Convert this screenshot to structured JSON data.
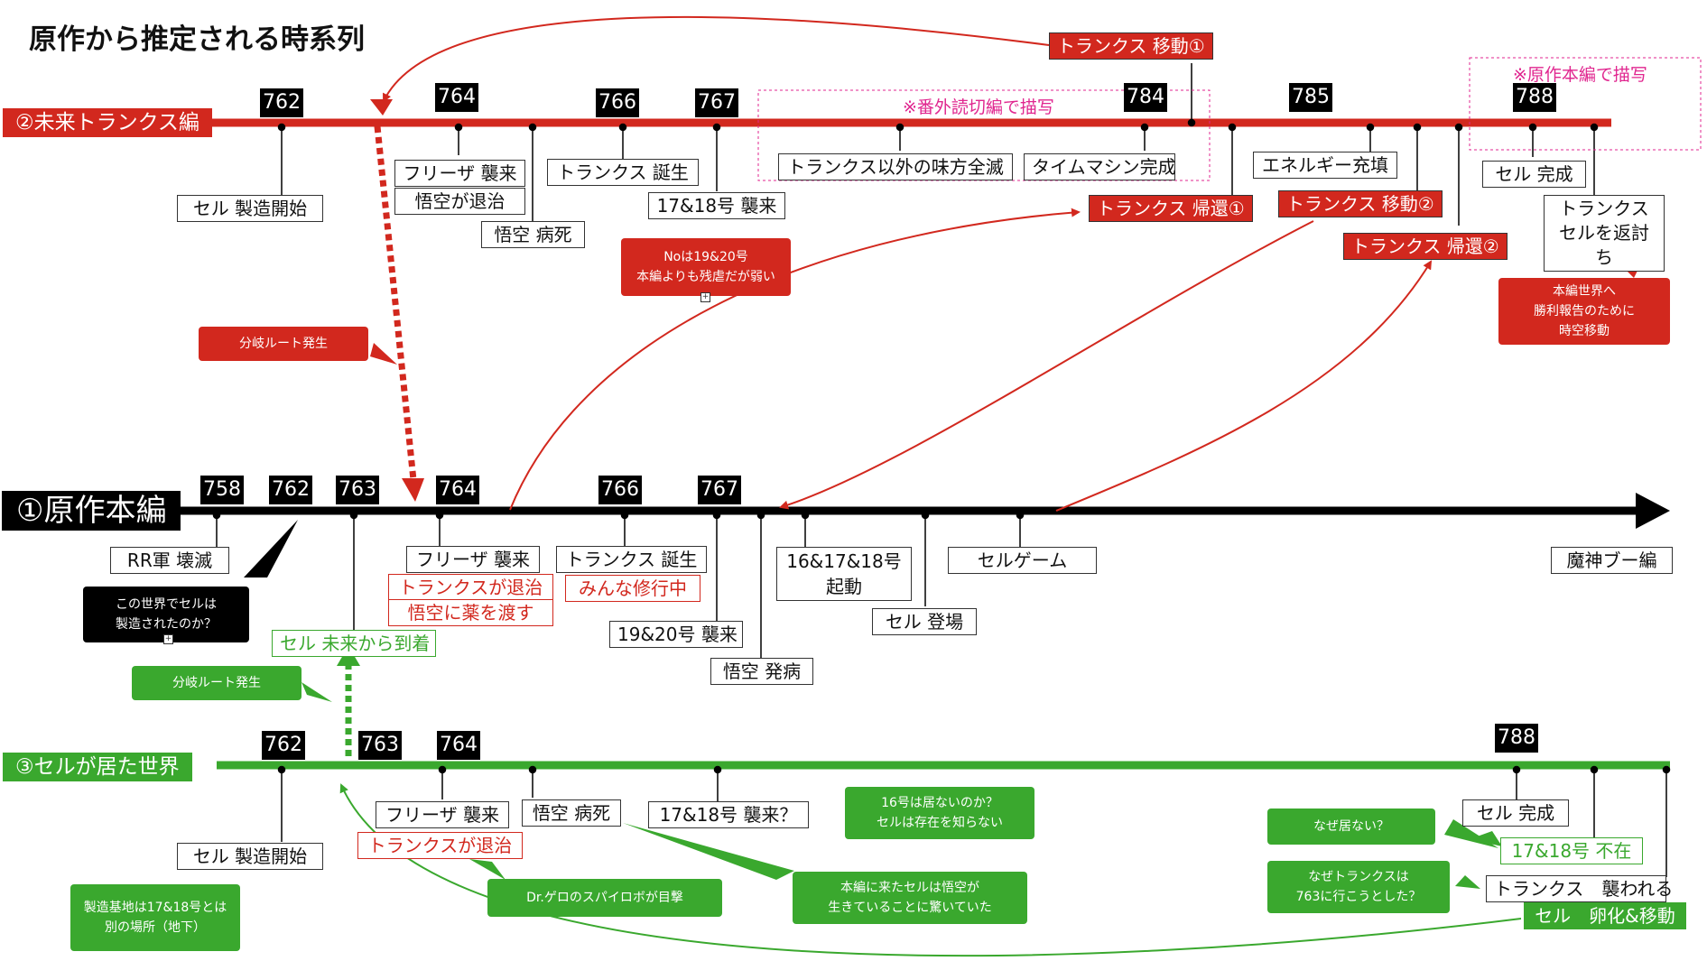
{
  "title": "原作から推定される時系列",
  "lanes": {
    "future": "②未来トランクス編",
    "main": "①原作本編",
    "cell": "③セルが居た世界"
  },
  "years": {
    "future": [
      "762",
      "764",
      "766",
      "767",
      "784",
      "785",
      "788"
    ],
    "main": [
      "758",
      "762",
      "763",
      "764",
      "766",
      "767"
    ],
    "cell": [
      "762",
      "763",
      "764",
      "788"
    ]
  },
  "future_events": {
    "cell_build_start": "セル 製造開始",
    "frieza_attack": "フリーザ 襲来",
    "goku_defeats": "悟空が退治",
    "goku_dies": "悟空 病死",
    "trunks_born": "トランクス 誕生",
    "a1718_attack": "17&18号 襲来",
    "allies_wiped": "トランクス以外の味方全滅",
    "time_machine_done": "タイムマシン完成",
    "energy_charge": "エネルギー充填",
    "cell_complete": "セル 完成",
    "trunks_beats_cell": "トランクス\nセルを返討ち",
    "trunks_move1": "トランクス 移動①",
    "trunks_return1": "トランクス 帰還①",
    "trunks_move2": "トランクス 移動②",
    "trunks_return2": "トランクス 帰還②",
    "note_extra": "※番外読切編で描写",
    "note_main": "※原作本編で描写"
  },
  "main_events": {
    "rr_destroyed": "RR軍 壊滅",
    "frieza_attack": "フリーザ 襲来",
    "trunks_defeats": "トランクスが退治",
    "give_medicine": "悟空に薬を渡す",
    "cell_arrives": "セル 未来から到着",
    "trunks_born": "トランクス 誕生",
    "all_training": "みんな修行中",
    "a1920_attack": "19&20号 襲来",
    "goku_sick": "悟空 発病",
    "a161718_start": "16&17&18号\n起動",
    "cell_appears": "セル 登場",
    "cell_game": "セルゲーム",
    "buu_arc": "魔神ブー編"
  },
  "cell_events": {
    "cell_build_start": "セル 製造開始",
    "frieza_attack": "フリーザ 襲来",
    "trunks_defeats": "トランクスが退治",
    "goku_dies": "悟空 病死",
    "a1718_attack": "17&18号 襲来？",
    "cell_complete": "セル 完成",
    "a1718_absent": "17&18号 不在",
    "trunks_attacked": "トランクス　襲われる",
    "cell_egg_move": "セル　卵化&移動"
  },
  "callouts": {
    "weak_androids": "Noは19&20号\n本編よりも残虐だが弱い",
    "branch_red": "分岐ルート発生",
    "victory_report": "本編世界へ\n勝利報告のために\n時空移動",
    "cell_made_here": "この世界でセルは\n製造されたのか？",
    "branch_green": "分岐ルート発生",
    "no16": "16号は居ないのか？\nセルは存在を知らない",
    "why_absent": "なぜ居ない？",
    "why_763": "なぜトランクスは\n763に行こうとした？",
    "build_base": "製造基地は17&18号とは\n別の場所（地下）",
    "spy_robot": "Dr.ゲロのスパイロボが目撃",
    "cell_surprised": "本編に来たセルは悟空が\n生きていることに驚いていた"
  },
  "colors": {
    "red": "#d2281e",
    "green": "#3aa82e",
    "black": "#000000",
    "pink": "#e0268f"
  }
}
